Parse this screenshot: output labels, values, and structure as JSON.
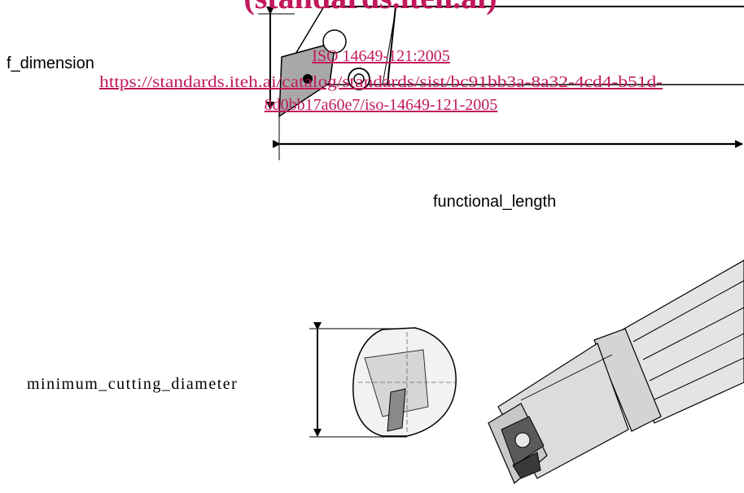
{
  "labels": {
    "f_dimension": "f_dimension",
    "functional_length": "functional_length",
    "minimum_cutting_diameter": "minimum_cutting_diameter"
  },
  "watermark": {
    "banner": "(standards.iteh.ai)",
    "standard": "ISO 14649-121:2005",
    "url_line1": "https://standards.iteh.ai/catalog/standards/sist/bc91bb3a-8a32-4cd4-b51d-",
    "url_line2": "8d0bb17a60e7/iso-14649-121-2005",
    "color": "#c2185b"
  },
  "colors": {
    "line": "#000000",
    "insert_fill": "#a8a8a8",
    "tool_light": "#e4e4e4",
    "tool_mid": "#c8c8c8",
    "tool_dark": "#5a5a5a"
  }
}
